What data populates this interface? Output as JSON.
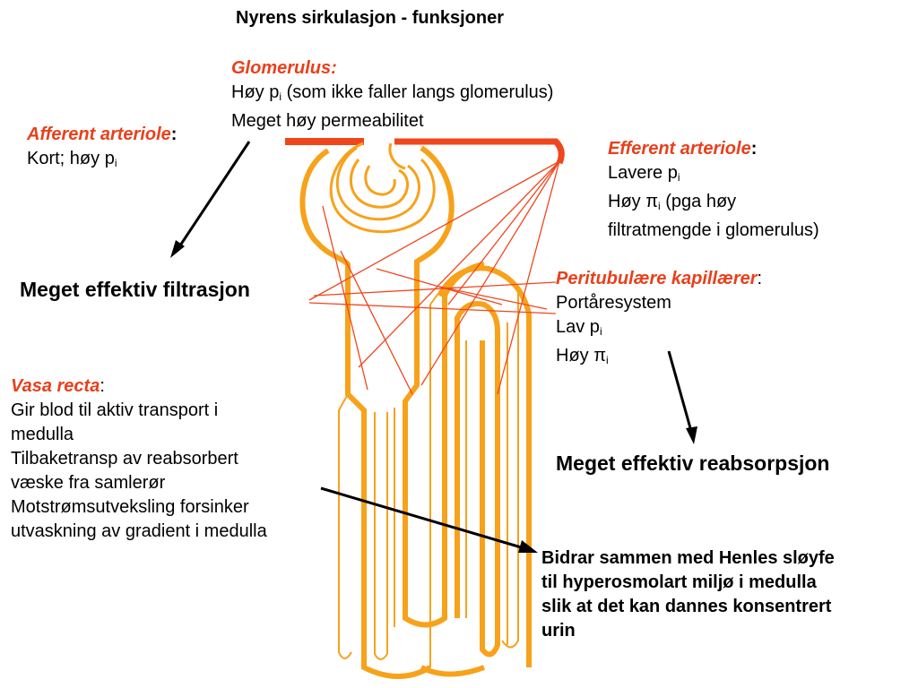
{
  "title": "Nyrens sirkulasjon - funksjoner",
  "glomerulus": {
    "heading": "Glomerulus:",
    "line1_pre": "Høy p",
    "line1_sub": "i",
    "line1_post": " (som ikke faller langs glomerulus)",
    "line2": "Meget høy permeabilitet"
  },
  "afferent": {
    "heading": "Afferent arteriole",
    "colon": ":",
    "line1_pre": "Kort; høy p",
    "line1_sub": "i"
  },
  "efferent": {
    "heading": "Efferent arteriole",
    "colon": ":",
    "line1_pre": "Lavere p",
    "line1_sub": "i",
    "line2_pre": "Høy π",
    "line2_sub": "i",
    "line2_post": " (pga høy",
    "line3": "filtratmengde i glomerulus)"
  },
  "filtration": "Meget effektiv filtrasjon",
  "peritubular": {
    "heading": "Peritubulære kapillærer",
    "colon": ":",
    "line1": "Portåresystem",
    "line2_pre": "Lav p",
    "line2_sub": "i",
    "line3_pre": "Høy π",
    "line3_sub": "i"
  },
  "reabsorption": "Meget effektiv reabsorpsjon",
  "vasa_recta": {
    "heading": "Vasa recta",
    "colon": ":",
    "lines": [
      "Gir blod til aktiv transport i",
      "medulla",
      "Tilbaketransp av reabsorbert",
      "væske fra samlerør",
      "Motstrømsutveksling forsinker",
      "utvaskning av gradient i medulla"
    ]
  },
  "summary": {
    "lines": [
      "Bidrar sammen med Henles sløyfe",
      "til hyperosmolart miljø i medulla",
      "slik at det kan dannes konsentrert",
      "urin"
    ]
  },
  "colors": {
    "vessel_orange": "#f7a21b",
    "arteriole_red": "#f0461e",
    "label_red": "#e8401c",
    "arrow": "#000000"
  }
}
